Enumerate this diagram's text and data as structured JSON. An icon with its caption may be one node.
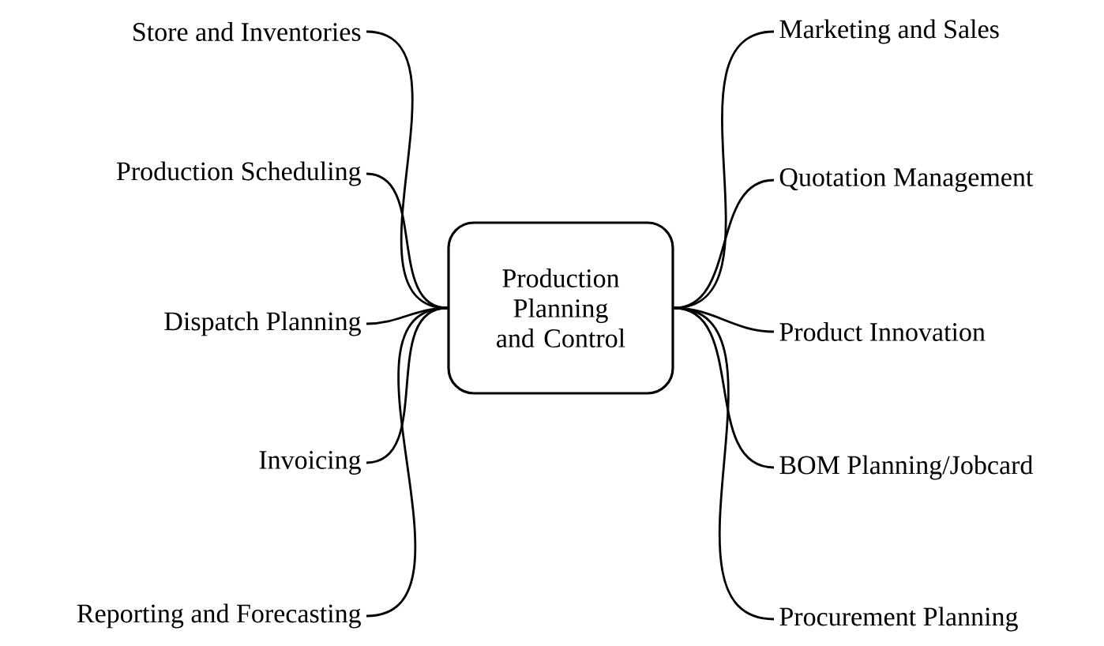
{
  "diagram": {
    "nodes": [
      {
        "text": [
          "Production Planning and Control"
        ]
      },
      {
        "text": [
          "Store and Inventories"
        ]
      },
      {
        "text": [
          "Production Scheduling"
        ]
      },
      {
        "text": [
          "Dispatch Planning"
        ]
      },
      {
        "text": [
          "Invoicing"
        ]
      },
      {
        "text": [
          "Reporting and Forecasting"
        ]
      },
      {
        "text": [
          "Marketing and Sales"
        ]
      },
      {
        "text": [
          "Quotation Management"
        ]
      },
      {
        "text": [
          "Product Innovation"
        ]
      },
      {
        "text": [
          "BOM Planning/Jobcard"
        ]
      },
      {
        "text": [
          "Procurement Planning"
        ]
      }
    ],
    "edges": [
      {
        "from": 0,
        "to": 1,
        "arrow": "none"
      },
      {
        "from": 0,
        "to": 2,
        "arrow": "none"
      },
      {
        "from": 0,
        "to": 3,
        "arrow": "none"
      },
      {
        "from": 0,
        "to": 4,
        "arrow": "none"
      },
      {
        "from": 0,
        "to": 5,
        "arrow": "none"
      },
      {
        "from": 0,
        "to": 6,
        "arrow": "none"
      },
      {
        "from": 0,
        "to": 7,
        "arrow": "none"
      },
      {
        "from": 0,
        "to": 8,
        "arrow": "none"
      },
      {
        "from": 0,
        "to": 9,
        "arrow": "none"
      },
      {
        "from": 0,
        "to": 10,
        "arrow": "none"
      }
    ]
  }
}
